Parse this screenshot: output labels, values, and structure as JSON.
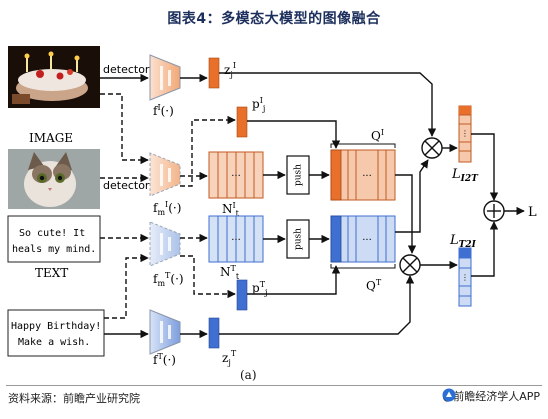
{
  "title": "图表4：多模态大模型的图像融合",
  "labels": {
    "image": "IMAGE",
    "text": "TEXT",
    "detector_top": "detector",
    "detector_mid": "detector",
    "f_img_base": "f",
    "f_img_sup": "I",
    "f_img_arg": "(·)",
    "fm_img_base": "f",
    "fm_img_sub": "m",
    "fm_img_sup": "I",
    "fm_img_arg": "(·)",
    "fm_txt_base": "f",
    "fm_txt_sub": "m",
    "fm_txt_sup": "T",
    "fm_txt_arg": "(·)",
    "f_txt_base": "f",
    "f_txt_sup": "T",
    "f_txt_arg": "(·)",
    "z_img_base": "z",
    "z_img_sub": "j",
    "z_img_sup": "I",
    "p_img_base": "p",
    "p_img_sup": "I",
    "p_img_sub": "j",
    "n_img_base": "N",
    "n_img_sup": "I",
    "n_img_sub": "t",
    "q_img_base": "Q",
    "q_img_sup": "I",
    "n_txt_base": "N",
    "n_txt_sup": "T",
    "n_txt_sub": "t",
    "p_txt_base": "p",
    "p_txt_sup": "T",
    "p_txt_sub": "j",
    "q_txt_base": "Q",
    "q_txt_sup": "T",
    "z_txt_base": "z",
    "z_txt_sub": "j",
    "z_txt_sup": "T",
    "push_top": "push",
    "push_bottom": "push",
    "loss_i2t_base": "L",
    "loss_i2t_sub": "I2T",
    "loss_t2i_base": "L",
    "loss_t2i_sub": "T2I",
    "loss_total": "L",
    "dots": "···",
    "caption": "(a)"
  },
  "text_box_1": [
    "So cute! It",
    "heals my mind."
  ],
  "text_box_2": [
    "Happy Birthday!",
    "Make a wish."
  ],
  "source": "资料来源：前瞻产业研究院",
  "brand": "@前瞻经济学人APP",
  "colors": {
    "title": "#1d2f5c",
    "image_orange": "#e8702a",
    "image_orange_light": "#f6cbb0",
    "text_blue": "#3f6fd0",
    "text_blue_light": "#cfdcf3",
    "encoder_gray": "#7f8fa6"
  }
}
